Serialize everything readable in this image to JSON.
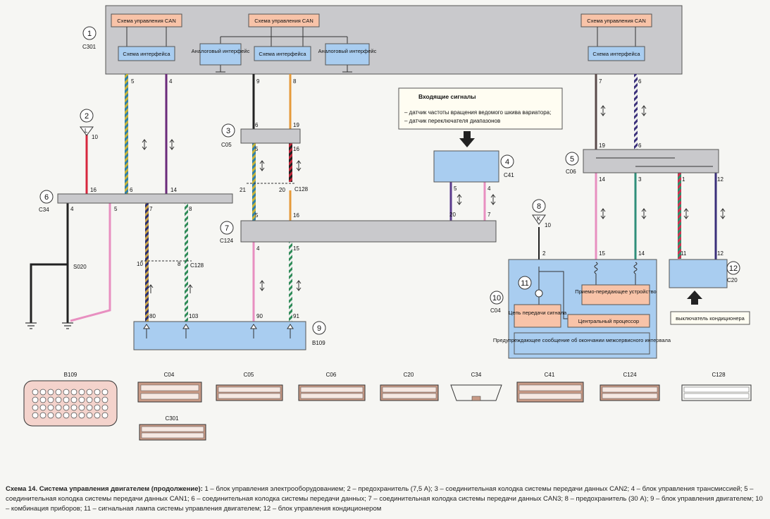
{
  "top_unit": {
    "tag": "C301",
    "num": "1",
    "can_label": "Схема управления CAN",
    "iface_label": "Схема интерфейса",
    "analog_label": "Аналоговый интерфейс"
  },
  "nodes": {
    "n2": "2",
    "n3": "3",
    "n4": "4",
    "n5": "5",
    "n6": "6",
    "n7": "7",
    "n8": "8",
    "n9": "9",
    "n10": "10",
    "n11": "11",
    "n12": "12"
  },
  "tags": {
    "c05": "C05",
    "c41": "C41",
    "c06": "C06",
    "c34": "C34",
    "c124": "C124",
    "c128a": "C128",
    "c128b": "C128",
    "c04": "C04",
    "c20": "C20",
    "b109": "B109",
    "s020": "S020"
  },
  "fuse_letters": {
    "f2": "L",
    "f8": "K"
  },
  "fuse_ratings": {
    "f2": "10",
    "f8": "10"
  },
  "pins": {
    "p5a": "5",
    "p4a": "4",
    "p9": "9",
    "p8": "8",
    "p7a": "7",
    "p6a": "6",
    "p6b": "6",
    "p19a": "19",
    "p5b": "5",
    "p16a": "16",
    "p21": "21",
    "p20a": "20",
    "p5c": "5",
    "p16b": "16",
    "p16c": "16",
    "p6c": "6",
    "p14a": "14",
    "p4b": "4",
    "p5d": "5",
    "p7b": "7",
    "p8b": "8",
    "p10": "10",
    "p8c": "8",
    "p80": "80",
    "p103": "103",
    "p4c": "4",
    "p15a": "15",
    "p90": "90",
    "p91": "91",
    "p5e": "5",
    "p4d": "4",
    "p20b": "20",
    "p7c": "7",
    "p19b": "19",
    "p6d": "6",
    "p14b": "14",
    "p3": "3",
    "p1": "1",
    "p12a": "12",
    "p15b": "15",
    "p14c": "14",
    "p11": "11",
    "p12b": "12",
    "p2": "2"
  },
  "signals": {
    "title": "Входящие сигналы",
    "items": [
      "– датчик частоты вращения ведомого шкива вариатора;",
      "– датчик переключателя диапазонов"
    ]
  },
  "c04_block": {
    "transceiver": "Приемо-передающее устройство",
    "signal_circuit": "Цепь передачи сигнала",
    "cpu": "Центральный процессор",
    "warning": "Предупреждающее сообщение об окончании межсервисного интервала"
  },
  "ac_switch": "выключатель кондиционера",
  "connectors": [
    "B109",
    "C04",
    "C05",
    "C06",
    "C20",
    "C34",
    "C41",
    "C124",
    "C128",
    "C301"
  ],
  "caption": {
    "title": "Схема 14. Система управления двигателем (продолжение):",
    "text": " 1 – блок управления электрооборудованием; 2 – предохранитель (7,5 А); 3 – соединительная колодка системы передачи данных CAN2; 4 – блок управления трансмиссией; 5 – соединительная колодка системы передачи данных CAN1; 6 – соединительная колодка системы передачи данных; 7 – соединительная колодка системы передачи данных CAN3; 8 – предохранитель (30 А); 9 – блок управления двигателем; 10 – комбинация приборов; 11 – сигнальная лампа системы управления двигателем; 12 – блок управления кондиционером"
  },
  "colors": {
    "box_gray": "#c9c9cc",
    "box_blue": "#a9cdf0",
    "box_pink": "#f8c3a8",
    "wire_red": "#d7263d",
    "wire_pink": "#e88fc0",
    "wire_green": "#2f8f7a",
    "wire_orange": "#e59a3a",
    "wire_purple": "#5a3a8c",
    "wire_black": "#222222"
  }
}
